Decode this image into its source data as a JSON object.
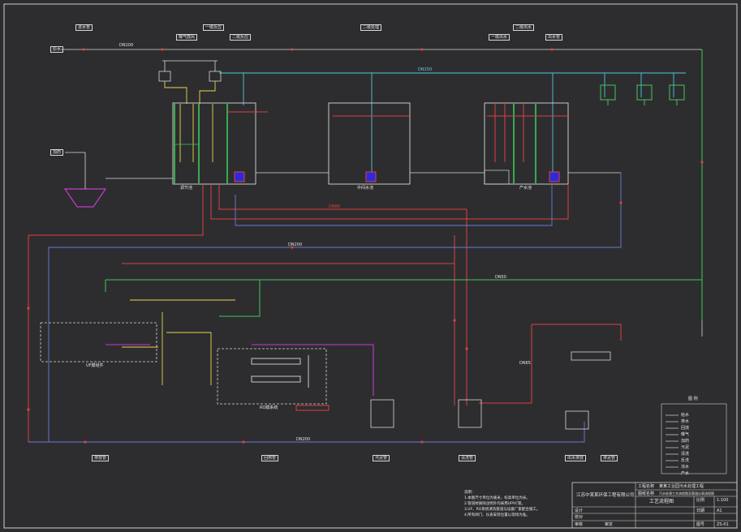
{
  "tags": {
    "top1": "进水管",
    "top2a": "曝气鼓风",
    "top2b": "一级反应",
    "top2c": "二级反应",
    "top3": "二级处理",
    "top4a": "一级出水",
    "top4b": "二级出水",
    "top4c": "出水管",
    "inlet": "原水",
    "left": "加药",
    "bottom1": "排放管",
    "bottom2": "回用管",
    "bottom3": "污泥管",
    "bottom4": "清洗管",
    "bottom5": "出水排放",
    "bottom6": "排泥管"
  },
  "pipe_labels": {
    "p1": "DN100",
    "p2": "DN50",
    "p3": "DN80",
    "p4": "DN150",
    "p5": "DN200",
    "p6": "DN65"
  },
  "units": {
    "uf_module": "UF膜组件",
    "ro_unit": "RO膜系统",
    "tank_a": "调节池",
    "tank_b": "中间水池",
    "tank_c": "产水池"
  },
  "legend": {
    "title": "图  例",
    "rows": [
      "给水",
      "排水",
      "回流",
      "曝气",
      "加药",
      "污泥",
      "清洗",
      "反洗",
      "浓水",
      "产水"
    ]
  },
  "title_block": {
    "company": "江苏中某某环保工程有限公司",
    "project_label": "工程名称",
    "project_value": "某某工业园污水处理工程",
    "drawing_label": "图纸名称",
    "drawing_value": "污水处理工艺流程图及管道仪表流程图",
    "drawing_title": "工艺流程图",
    "row_labels": [
      "设计",
      "校对",
      "审核",
      "审定"
    ],
    "col_labels": [
      "比例",
      "日期",
      "图号"
    ],
    "scale": "1:100",
    "sheet": "A1",
    "number": "ZS-01"
  },
  "notes": {
    "heading": "说明：",
    "lines": [
      "1.本图尺寸单位为毫米，标高单位为米。",
      "2.管道材质除注明外均采用UPVC管。",
      "3.UF、RO系统清洗管道与设备厂家配合施工。",
      "4.所有阀门、仪表安装位置以现场为准。"
    ]
  }
}
